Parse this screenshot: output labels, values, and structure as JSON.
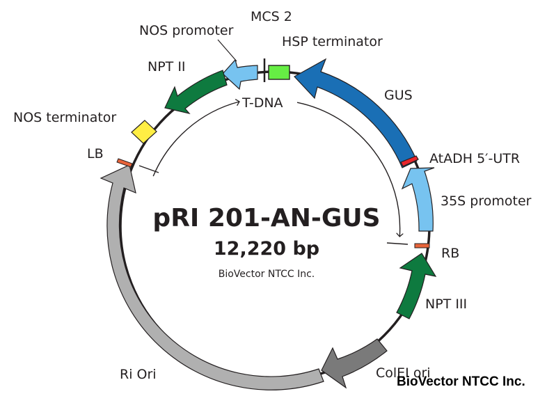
{
  "plasmid": {
    "name": "pRI 201-AN-GUS",
    "size": "12,220 bp",
    "credit": "BioVector NTCC Inc."
  },
  "watermark": "BioVector NTCC Inc.",
  "region": {
    "label": "T-DNA"
  },
  "features": [
    {
      "id": "mcs2",
      "label": "MCS 2",
      "color": "#ffffff",
      "shape": "site"
    },
    {
      "id": "hsp-terminator",
      "label": "HSP terminator",
      "color": "#66ee44",
      "shape": "box"
    },
    {
      "id": "gus",
      "label": "GUS",
      "color": "#1a6fb5",
      "shape": "arrow-ccw"
    },
    {
      "id": "atadh-5utr",
      "label": "AtADH 5′-UTR",
      "color": "#e8262c",
      "shape": "box"
    },
    {
      "id": "35s-promoter",
      "label": "35S promoter",
      "color": "#77c3f0",
      "shape": "arrow-ccw"
    },
    {
      "id": "rb",
      "label": "RB",
      "color": "#e8643a",
      "shape": "site"
    },
    {
      "id": "npt-iii",
      "label": "NPT III",
      "color": "#0e7a3f",
      "shape": "arrow-ccw"
    },
    {
      "id": "colei-ori",
      "label": "ColEI ori",
      "color": "#7a7a7a",
      "shape": "arrow-ccw"
    },
    {
      "id": "ri-ori",
      "label": "Ri Ori",
      "color": "#b0b0b0",
      "shape": "arrow-cw"
    },
    {
      "id": "lb",
      "label": "LB",
      "color": "#e8643a",
      "shape": "site"
    },
    {
      "id": "nos-terminator",
      "label": "NOS terminator",
      "color": "#ffee44",
      "shape": "box"
    },
    {
      "id": "npt-ii",
      "label": "NPT II",
      "color": "#0e7a3f",
      "shape": "arrow-ccw"
    },
    {
      "id": "nos-promoter",
      "label": "NOS promoter",
      "color": "#77c3f0",
      "shape": "arrow-ccw"
    }
  ]
}
